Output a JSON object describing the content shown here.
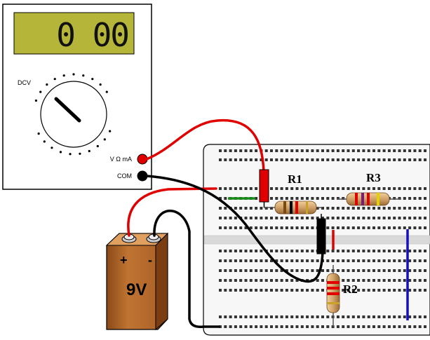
{
  "multimeter": {
    "display_value": "0 00",
    "mode_label": "DCV",
    "jack_top_label": "V Ω mA",
    "jack_bottom_label": "COM"
  },
  "battery": {
    "voltage_label": "9V",
    "plus_label": "+",
    "minus_label": "-"
  },
  "resistors": {
    "r1_label": "R1",
    "r2_label": "R2",
    "r3_label": "R3"
  },
  "colors": {
    "lcd": "#b5b53a",
    "meter_body": "#ffffff",
    "breadboard": "#f5f5f5",
    "battery_body": "#b8692a",
    "probe_red": "#e00000",
    "probe_black": "#000000",
    "wire_green": "#1a8c1a",
    "wire_blue": "#1010cc",
    "resistor_body": "#d2a36a"
  }
}
